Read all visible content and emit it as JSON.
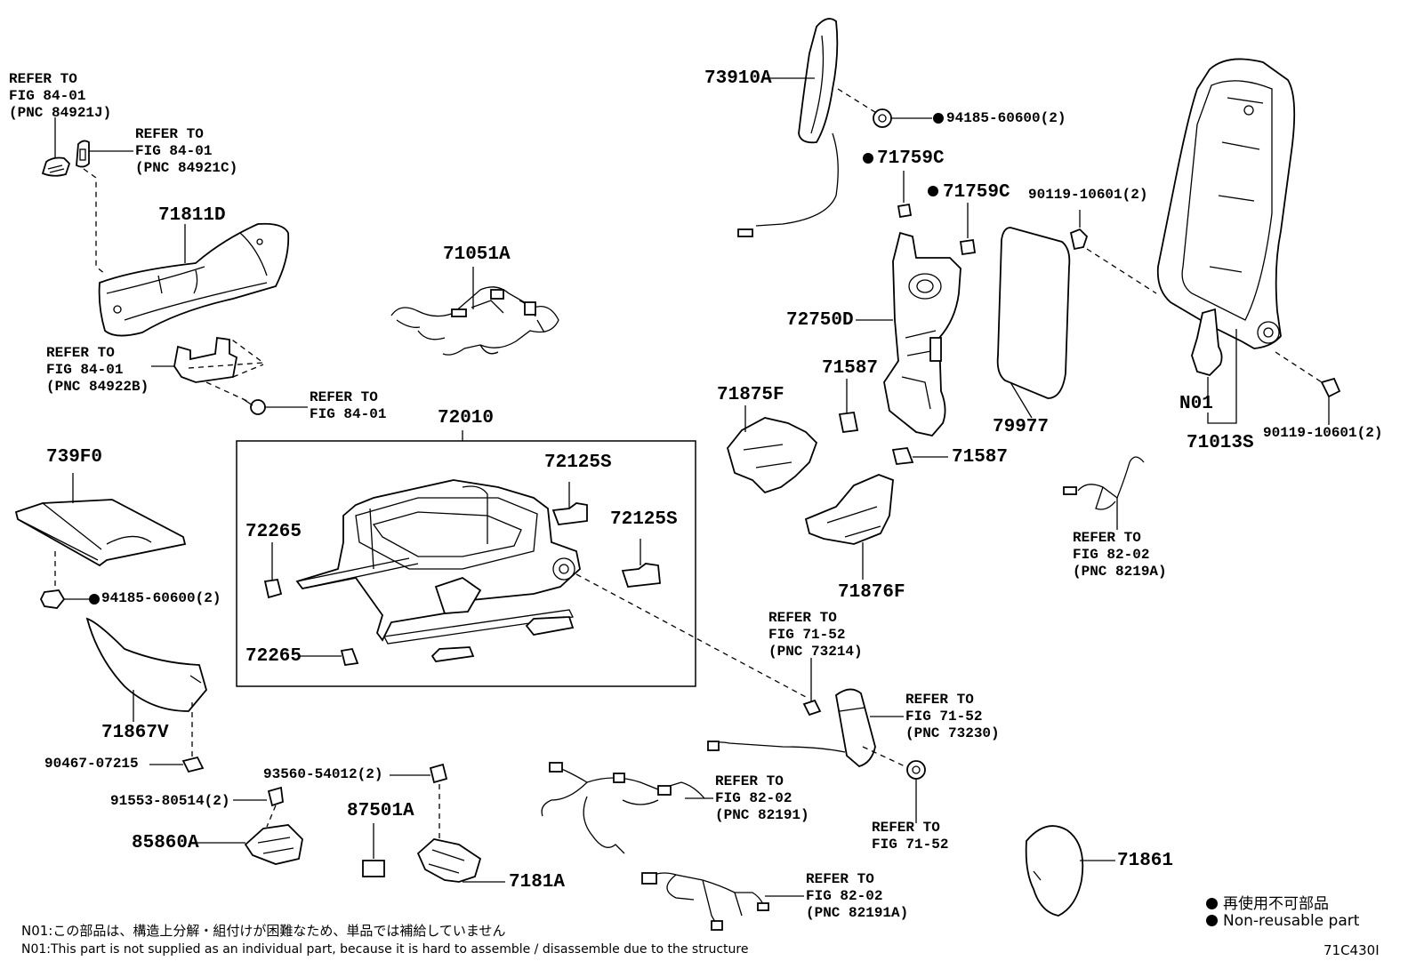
{
  "labels": {
    "ref_84921J": "REFER TO\nFIG 84-01\n(PNC 84921J)",
    "ref_84921C": "REFER TO\nFIG 84-01\n(PNC 84921C)",
    "p71811D": "71811D",
    "ref_84922B": "REFER TO\nFIG 84-01\n(PNC 84922B)",
    "ref_84_01": "REFER TO\nFIG 84-01",
    "p71051A": "71051A",
    "p73910A": "73910A",
    "p94185_top": "94185-60600(2)",
    "p71759C_1": "71759C",
    "p71759C_2": "71759C",
    "p90119_top": "90119-10601(2)",
    "p72750D": "72750D",
    "p71587_1": "71587",
    "p71587_2": "71587",
    "p79977": "79977",
    "pN01": "N01",
    "p71013S": "71013S",
    "p90119_bot": "90119-10601(2)",
    "p71875F": "71875F",
    "p71876F": "71876F",
    "ref_8219A": "REFER TO\nFIG 82-02\n(PNC 8219A)",
    "p72010": "72010",
    "p72125S_1": "72125S",
    "p72125S_2": "72125S",
    "p72265_1": "72265",
    "p72265_2": "72265",
    "p739F0": "739F0",
    "p94185_left": "94185-60600(2)",
    "p71867V": "71867V",
    "p90467": "90467-07215",
    "p93560": "93560-54012(2)",
    "p91553": "91553-80514(2)",
    "p85860A": "85860A",
    "p87501A": "87501A",
    "p7181A": "7181A",
    "ref_73214": "REFER TO\nFIG 71-52\n(PNC 73214)",
    "ref_73230": "REFER TO\nFIG 71-52\n(PNC 73230)",
    "ref_82191": "REFER TO\nFIG 82-02\n(PNC 82191)",
    "ref_71_52": "REFER TO\nFIG 71-52",
    "ref_82191A": "REFER TO\nFIG 82-02\n(PNC 82191A)",
    "p71861": "71861"
  },
  "legend": {
    "jp": "再使用不可部品",
    "en": "Non-reusable part"
  },
  "notes": {
    "jp": "N01:この部品は、構造上分解・組付けが困難なため、単品では補給していません",
    "en": "N01:This part is not supplied as an individual part, because it is hard to assemble / disassemble due to the structure"
  },
  "figure_id": "71C430I",
  "colors": {
    "ink": "#000000",
    "background": "#ffffff"
  }
}
